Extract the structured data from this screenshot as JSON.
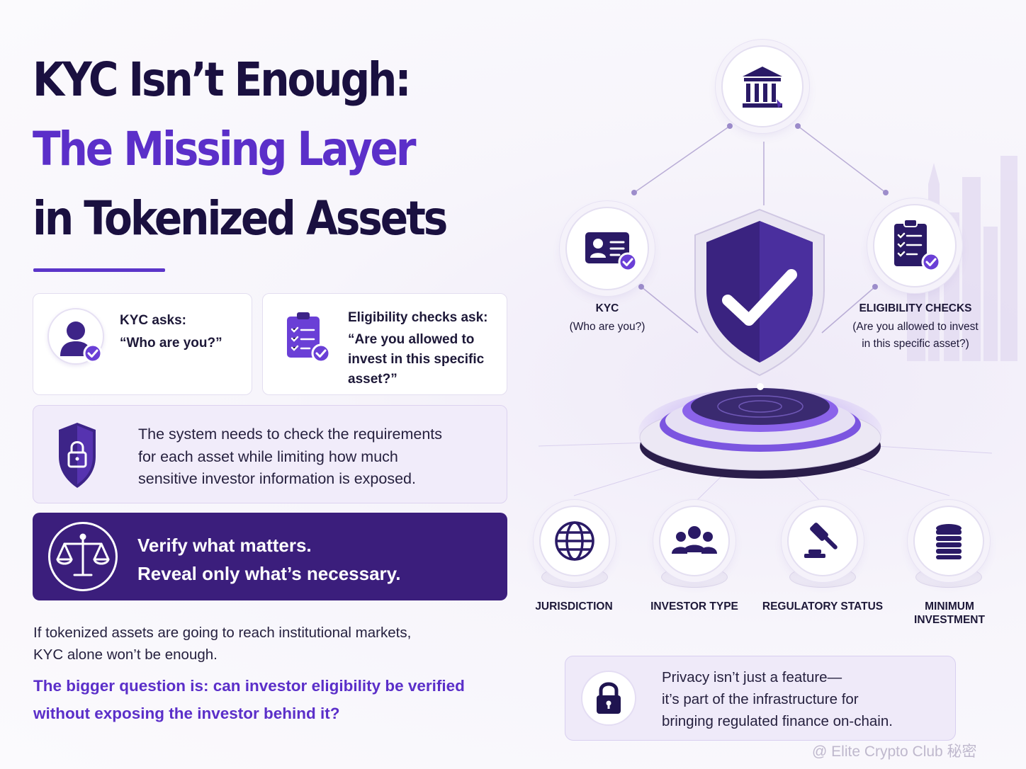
{
  "title": {
    "line1": "KYC Isn’t Enough:",
    "line2_part1": "The Missing ",
    "line2_part2": "Layer",
    "line3": "in Tokenized Assets"
  },
  "cards": {
    "kyc": {
      "heading": "KYC asks:",
      "quote": "“Who are you?”"
    },
    "eligibility": {
      "heading": "Eligibility checks ask:",
      "quote_lines": [
        "“Are you allowed to",
        "invest in this specific",
        "asset?”"
      ]
    },
    "system": {
      "lines": [
        "The system needs to check the requirements",
        "for each asset while limiting how much",
        "sensitive investor information is exposed."
      ]
    }
  },
  "banner": {
    "line1": "Verify what matters.",
    "line2": "Reveal only what’s necessary."
  },
  "body": {
    "lines": [
      "If tokenized assets are going to reach institutional markets,",
      "KYC alone won’t be enough."
    ],
    "question_lines": [
      "The bigger question is: can investor eligibility be verified",
      "without exposing the investor behind it?"
    ]
  },
  "diagram": {
    "kyc_node": {
      "label": "KYC",
      "sub": "(Who are you?)"
    },
    "eligibility_node": {
      "label": "ELIGIBILITY CHECKS",
      "sub_lines": [
        "(Are you allowed to invest",
        "in this specific asset?)"
      ]
    },
    "criteria": [
      {
        "label": "JURISDICTION",
        "icon": "globe-icon"
      },
      {
        "label": "INVESTOR TYPE",
        "icon": "people-icon"
      },
      {
        "label": "REGULATORY STATUS",
        "icon": "gavel-icon"
      },
      {
        "label_lines": [
          "MINIMUM",
          "INVESTMENT"
        ],
        "icon": "coin-stack-icon"
      }
    ]
  },
  "privacy": {
    "lines": [
      "Privacy isn’t just a feature—",
      "it’s part of the infrastructure for",
      "bringing regulated finance on-chain."
    ]
  },
  "watermark": "@ Elite Crypto Club 秘密",
  "colors": {
    "purple": "#5b2fc9",
    "dark_navy": "#1a1040",
    "banner": "#3b1e7c",
    "accent_icon": "#3d2488"
  }
}
